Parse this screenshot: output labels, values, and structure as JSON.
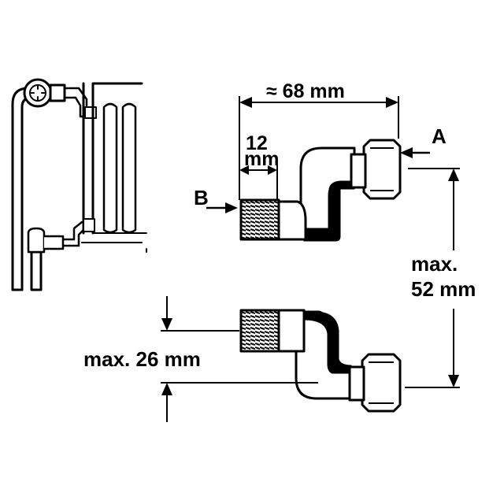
{
  "dimensions": {
    "width_label": "≈ 68 mm",
    "thread_label_line1": "12",
    "thread_label_line2": "mm",
    "height_label_line1": "max.",
    "height_label_line2": "52 mm",
    "offset_label": "max. 26 mm"
  },
  "markers": {
    "inlet": "A",
    "outlet": "B"
  },
  "colors": {
    "ink": "#000000",
    "paper": "#ffffff"
  }
}
